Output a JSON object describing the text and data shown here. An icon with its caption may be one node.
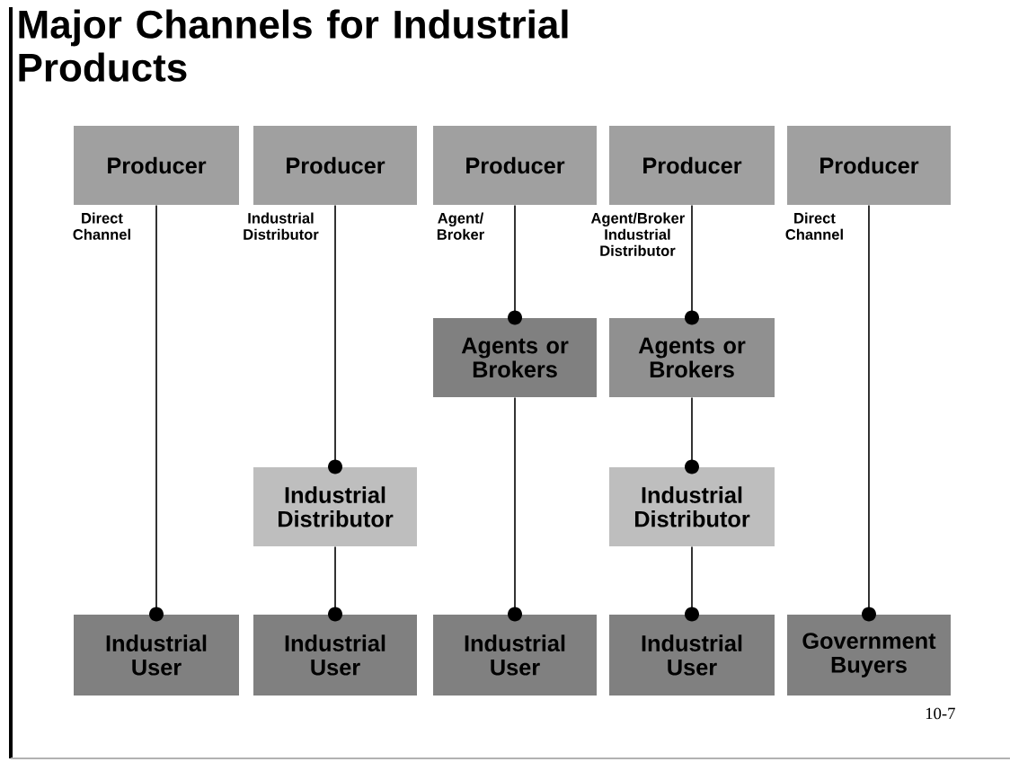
{
  "diagram": {
    "title": "Major Channels for Industrial Products",
    "nodes": [
      {
        "text": [
          "Producer"
        ],
        "beside": [
          "Direct Channel"
        ]
      },
      {
        "text": [
          "Producer"
        ],
        "beside": [
          "Industrial Distributor"
        ]
      },
      {
        "text": [
          "Producer"
        ],
        "beside": [
          "Agent/ Broker"
        ]
      },
      {
        "text": [
          "Producer"
        ],
        "beside": [
          "Agent/Broker Industrial Distributor"
        ]
      },
      {
        "text": [
          "Producer"
        ],
        "beside": [
          "Direct Channel"
        ]
      },
      {
        "text": [
          "Agents or Brokers"
        ]
      },
      {
        "text": [
          "Agents or Brokers"
        ]
      },
      {
        "text": [
          "Industrial Distributor"
        ]
      },
      {
        "text": [
          "Industrial Distributor"
        ]
      },
      {
        "text": [
          "Industrial User"
        ]
      },
      {
        "text": [
          "Industrial User"
        ]
      },
      {
        "text": [
          "Industrial User"
        ]
      },
      {
        "text": [
          "Industrial User"
        ]
      },
      {
        "text": [
          "Government Buyers"
        ]
      }
    ],
    "edges": [
      {
        "from": 0,
        "to": 9,
        "arrow": "other"
      },
      {
        "from": 1,
        "to": 7,
        "arrow": "other"
      },
      {
        "from": 7,
        "to": 10,
        "arrow": "other"
      },
      {
        "from": 2,
        "to": 5,
        "arrow": "other"
      },
      {
        "from": 5,
        "to": 11,
        "arrow": "other"
      },
      {
        "from": 3,
        "to": 6,
        "arrow": "other"
      },
      {
        "from": 6,
        "to": 8,
        "arrow": "other"
      },
      {
        "from": 8,
        "to": 12,
        "arrow": "other"
      },
      {
        "from": 4,
        "to": 13,
        "arrow": "other"
      }
    ],
    "labels": [
      "10-7"
    ]
  }
}
